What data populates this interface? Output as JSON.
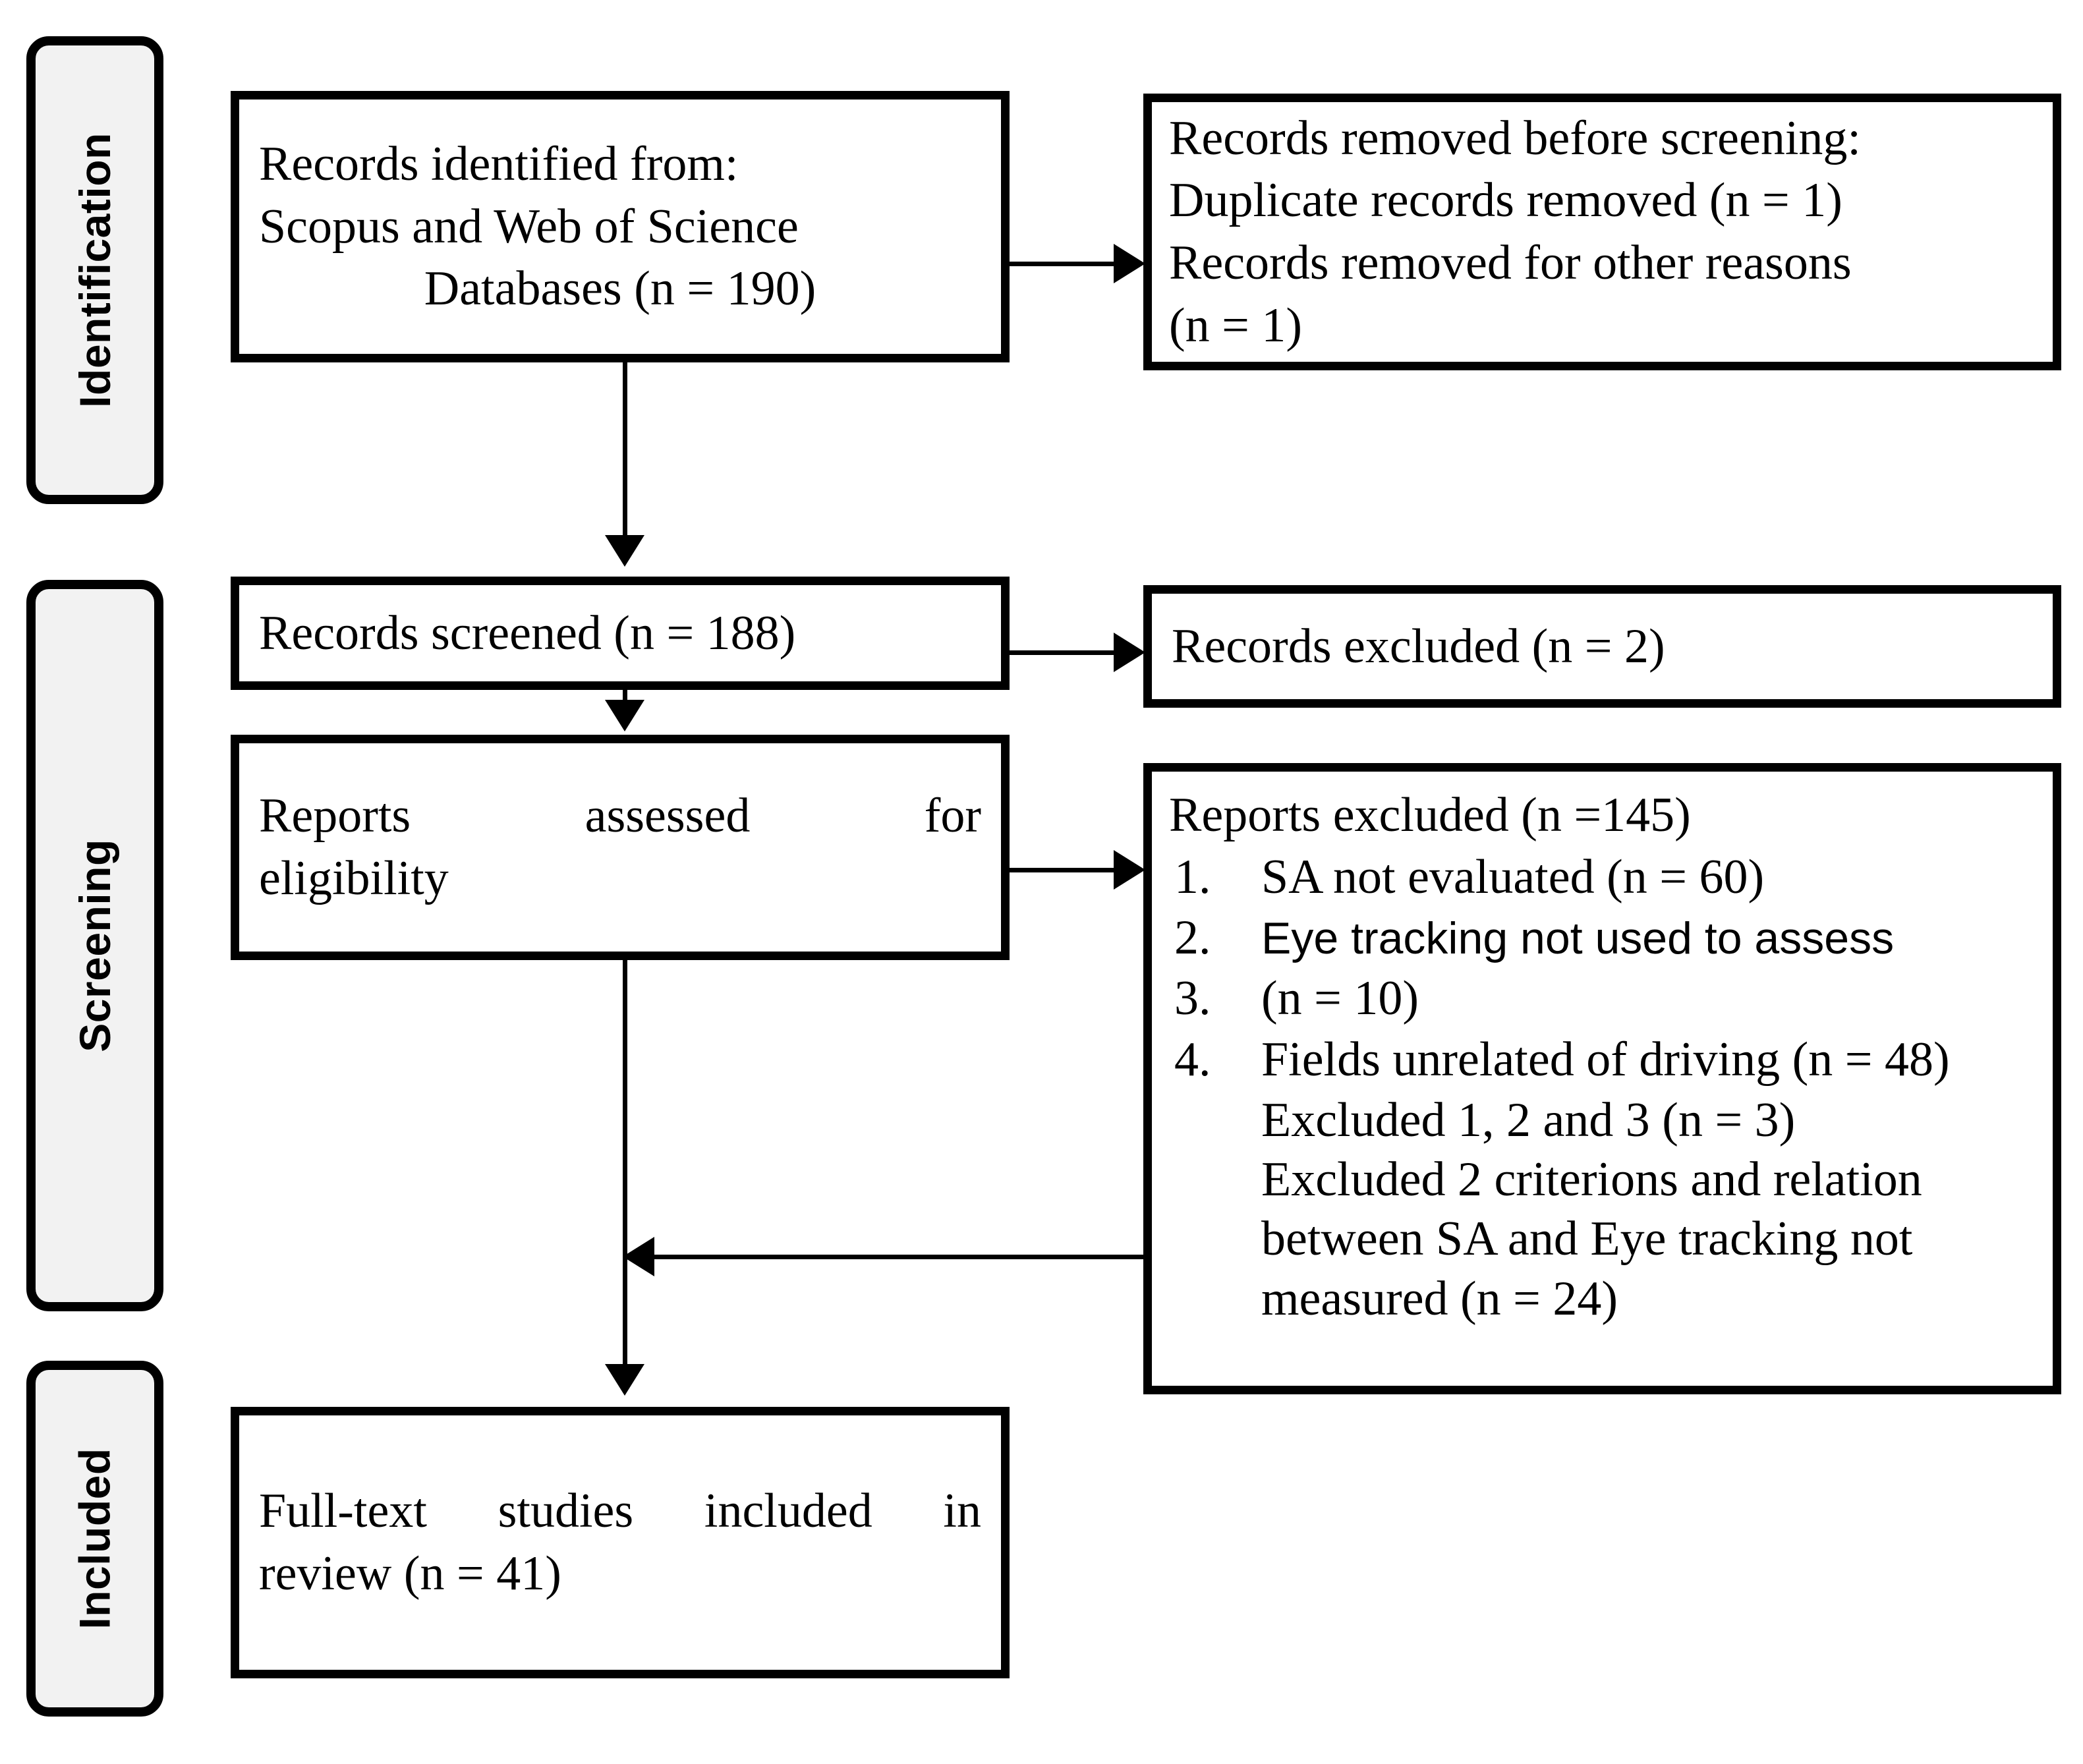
{
  "diagram": {
    "type": "prisma-flow-diagram",
    "title": "PRISMA flow diagram",
    "colors": {
      "border": "#000000",
      "box_fill": "#ffffff",
      "tab_fill": "#f2f2f2",
      "text": "#000000"
    }
  },
  "stages": [
    {
      "id": "identification",
      "label": "Identification"
    },
    {
      "id": "screening",
      "label": "Screening"
    },
    {
      "id": "included",
      "label": "Included"
    }
  ],
  "boxes": {
    "records_identified": {
      "line1": "Records identified from:",
      "line2": "Scopus and Web of Science",
      "line3": "Databases (n = 190)",
      "count": 190
    },
    "records_removed": {
      "line1": "Records removed before screening:",
      "line2": "Duplicate records removed (n = 1)",
      "line3": "Records removed for other reasons",
      "line4": "(n = 1)",
      "duplicates_removed": 1,
      "other_reasons_removed": 1
    },
    "records_screened": {
      "text": "Records screened (n = 188)",
      "count": 188
    },
    "records_excluded": {
      "text": "Records excluded (n = 2)",
      "count": 2
    },
    "reports_assessed": {
      "line1": "Reports assessed for",
      "line2": "eligibility"
    },
    "reports_excluded": {
      "title": "Reports excluded (n =145)",
      "count": 145,
      "reasons": [
        {
          "num": "1.",
          "text": "SA not evaluated (n = 60)",
          "n": 60
        },
        {
          "num": "2.",
          "text": "Eye tracking not used to assess",
          "n": null
        },
        {
          "num": "3.",
          "text": "(n = 10)",
          "n": 10
        },
        {
          "num": "4.",
          "text": "Fields unrelated of driving (n = 48)",
          "n": 48
        }
      ],
      "extra": [
        {
          "text": "Excluded 1, 2 and 3 (n = 3)",
          "n": 3
        },
        {
          "text": "Excluded 2 criterions and relation between SA and Eye tracking not measured (n = 24)",
          "n": 24
        }
      ]
    },
    "full_text_included": {
      "line1": "Full-text studies included in",
      "line2": "review (n = 41)",
      "count": 41
    }
  },
  "connectors": [
    {
      "id": "identified-to-removed",
      "direction": "right",
      "from": "records_identified",
      "to": "records_removed"
    },
    {
      "id": "identified-to-screened",
      "direction": "down",
      "from": "records_identified",
      "to": "records_screened"
    },
    {
      "id": "screened-to-excluded",
      "direction": "right",
      "from": "records_screened",
      "to": "records_excluded"
    },
    {
      "id": "screened-to-assessed",
      "direction": "down",
      "from": "records_screened",
      "to": "reports_assessed"
    },
    {
      "id": "assessed-to-excluded",
      "direction": "right",
      "from": "reports_assessed",
      "to": "reports_excluded"
    },
    {
      "id": "excluded-to-flow",
      "direction": "left",
      "from": "reports_excluded",
      "to": "main-flow-line"
    },
    {
      "id": "assessed-to-included",
      "direction": "down",
      "from": "reports_assessed",
      "to": "full_text_included"
    }
  ]
}
